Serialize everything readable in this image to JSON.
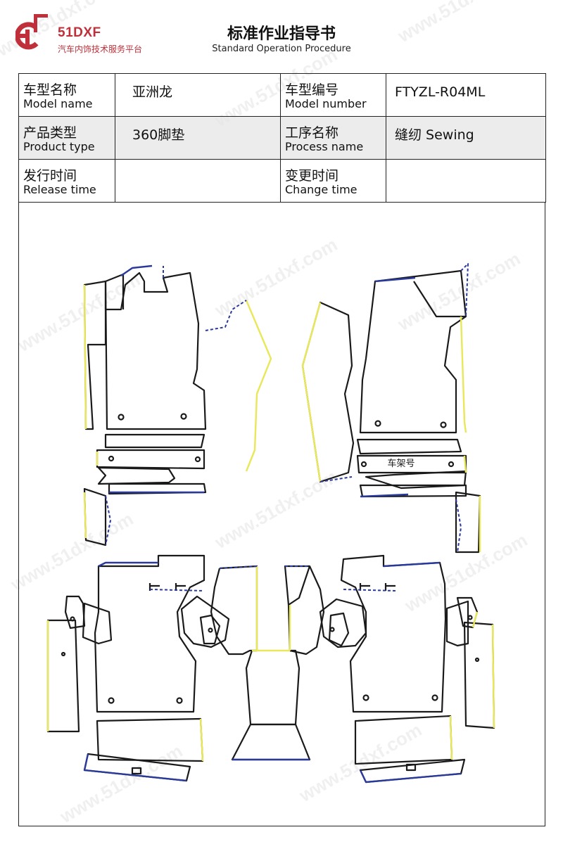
{
  "header": {
    "brand_name": "51DXF",
    "brand_tagline": "汽车内饰技术服务平台",
    "title": "标准作业指导书",
    "subtitle": "Standard Operation Procedure"
  },
  "info": {
    "model_name_cn": "车型名称",
    "model_name_en": "Model name",
    "model_name_value": "亚洲龙",
    "model_number_cn": "车型编号",
    "model_number_en": "Model number",
    "model_number_value": "FTYZL-R04ML",
    "product_type_cn": "产品类型",
    "product_type_en": "Product type",
    "product_type_value": "360脚垫",
    "process_name_cn": "工序名称",
    "process_name_en": "Process name",
    "process_name_value": "缝纫 Sewing",
    "release_time_cn": "发行时间",
    "release_time_en": "Release time",
    "release_time_value": "",
    "change_time_cn": "变更时间",
    "change_time_en": "Change time",
    "change_time_value": ""
  },
  "drawing": {
    "frame_label": "车架号",
    "watermark": "www.51dxf.com"
  },
  "colors": {
    "brand_red": "#c0303a",
    "outline": "#1a1a1a",
    "edge_yellow": "#e8e85a",
    "edge_blue": "#2a3a9a"
  },
  "icons": {
    "logo": "51dxf-logo-icon"
  }
}
